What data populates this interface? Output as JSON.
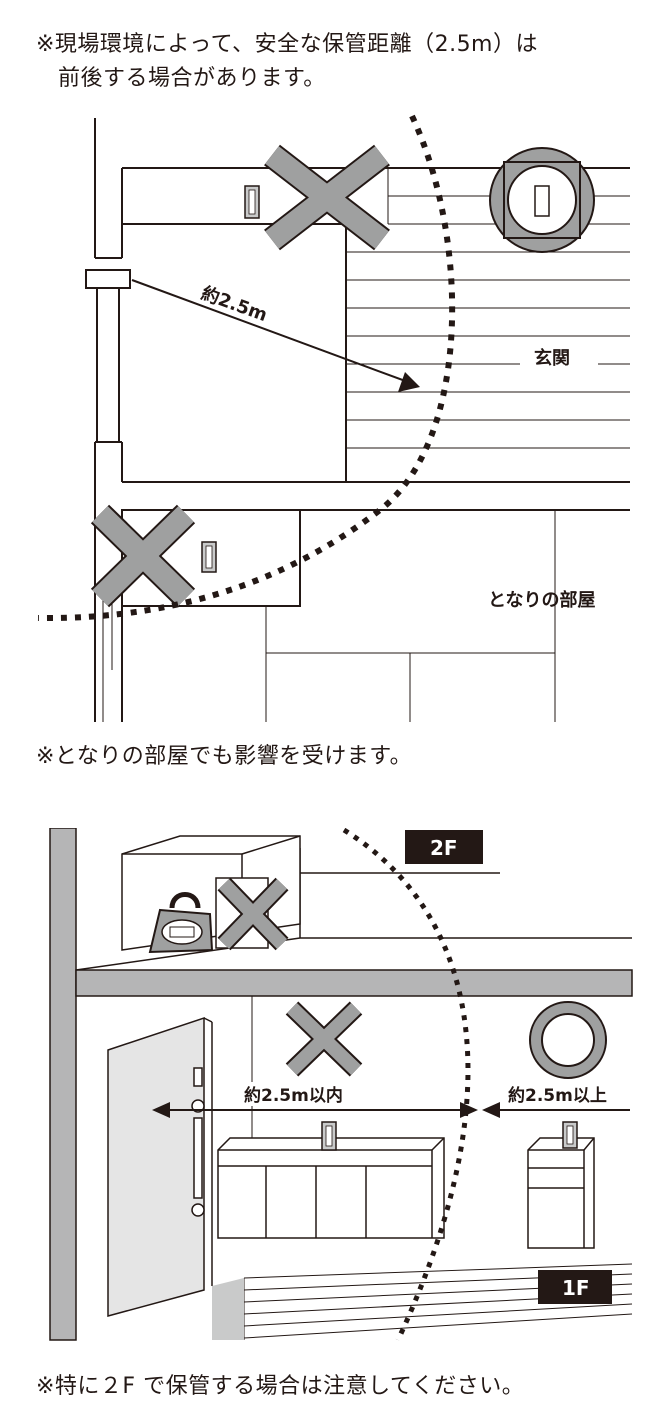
{
  "notes": {
    "top_line1": "※現場環境によって、安全な保管距離（2.5m）は",
    "top_line2": "前後する場合があります。",
    "middle": "※となりの部屋でも影響を受けます。",
    "bottom": "※特に２F で保管する場合は注意してください。"
  },
  "plan": {
    "distance_label": "約2.5m",
    "entrance_label": "玄関",
    "next_room_label": "となりの部屋"
  },
  "section": {
    "floor_2f": "2F",
    "floor_1f": "1F",
    "within_label": "約2.5m以内",
    "beyond_label": "約2.5m以上"
  },
  "colors": {
    "line": "#231815",
    "mark_fill": "#9fa0a0",
    "wall_gray": "#b5b5b6",
    "hatch": "#c9caca"
  },
  "icons": [
    "x-mark-icon",
    "circle-ok-icon",
    "smart-key-icon",
    "handbag-icon"
  ]
}
